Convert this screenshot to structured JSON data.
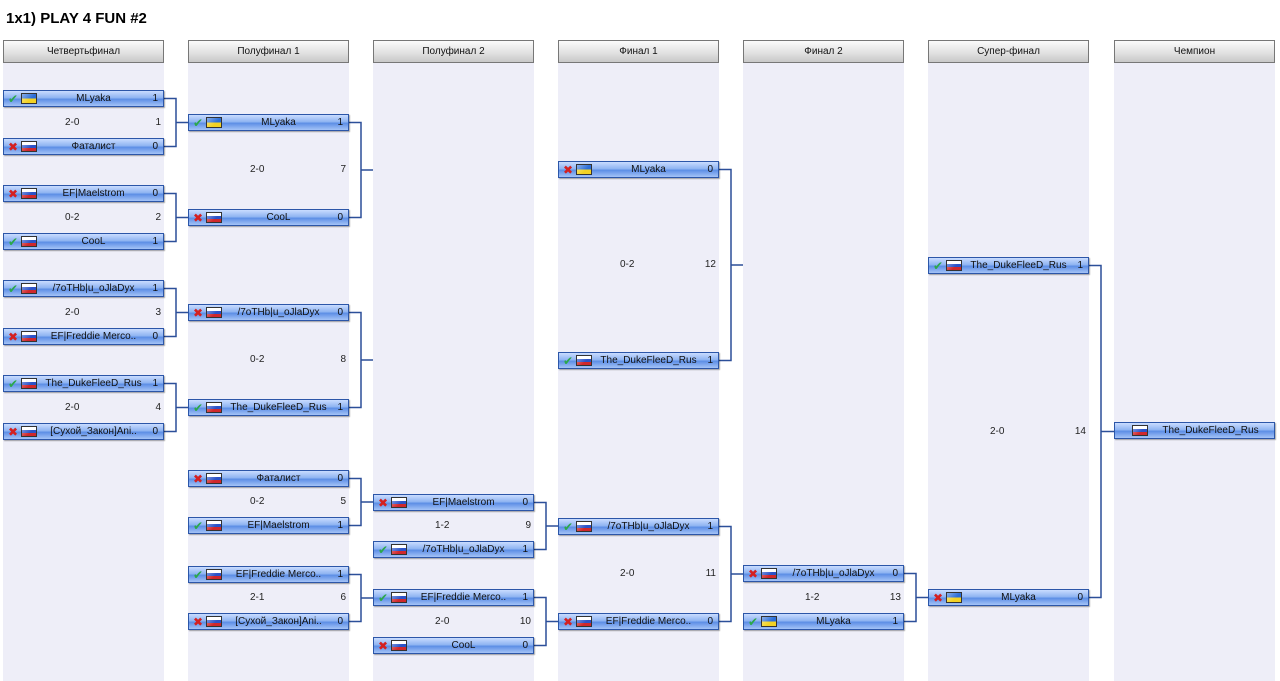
{
  "title": "1x1) PLAY 4 FUN #2",
  "columns": [
    {
      "header": "Четвертьфинал"
    },
    {
      "header": "Полуфинал 1"
    },
    {
      "header": "Полуфинал 2"
    },
    {
      "header": "Финал 1"
    },
    {
      "header": "Финал 2"
    },
    {
      "header": "Супер-финал"
    },
    {
      "header": "Чемпион"
    }
  ],
  "matches": [
    {
      "round": 0,
      "number": "1",
      "result": "2-0",
      "players": [
        {
          "name": "MLyaka",
          "score": "1",
          "status": "win",
          "flag": "ua"
        },
        {
          "name": "Фаталист",
          "score": "0",
          "status": "loss",
          "flag": "ru"
        }
      ]
    },
    {
      "round": 0,
      "number": "2",
      "result": "0-2",
      "players": [
        {
          "name": "EF|Maelstrom",
          "score": "0",
          "status": "loss",
          "flag": "ru"
        },
        {
          "name": "CooL",
          "score": "1",
          "status": "win",
          "flag": "ru"
        }
      ]
    },
    {
      "round": 0,
      "number": "3",
      "result": "2-0",
      "players": [
        {
          "name": "/7oTHb|u_oJlaDyx",
          "score": "1",
          "status": "win",
          "flag": "ru"
        },
        {
          "name": "EF|Freddie Merco..",
          "score": "0",
          "status": "loss",
          "flag": "ru"
        }
      ]
    },
    {
      "round": 0,
      "number": "4",
      "result": "2-0",
      "players": [
        {
          "name": "The_DukeFleeD_Rus",
          "score": "1",
          "status": "win",
          "flag": "ru"
        },
        {
          "name": "[Сухой_Закон]Ani..",
          "score": "0",
          "status": "loss",
          "flag": "ru"
        }
      ]
    },
    {
      "round": 1,
      "number": "7",
      "result": "2-0",
      "players": [
        {
          "name": "MLyaka",
          "score": "1",
          "status": "win",
          "flag": "ua"
        },
        {
          "name": "CooL",
          "score": "0",
          "status": "loss",
          "flag": "ru"
        }
      ]
    },
    {
      "round": 1,
      "number": "8",
      "result": "0-2",
      "players": [
        {
          "name": "/7oTHb|u_oJlaDyx",
          "score": "0",
          "status": "loss",
          "flag": "ru"
        },
        {
          "name": "The_DukeFleeD_Rus",
          "score": "1",
          "status": "win",
          "flag": "ru"
        }
      ]
    },
    {
      "round": 1,
      "number": "5",
      "result": "0-2",
      "players": [
        {
          "name": "Фаталист",
          "score": "0",
          "status": "loss",
          "flag": "ru"
        },
        {
          "name": "EF|Maelstrom",
          "score": "1",
          "status": "win",
          "flag": "ru"
        }
      ]
    },
    {
      "round": 1,
      "number": "6",
      "result": "2-1",
      "players": [
        {
          "name": "EF|Freddie Merco..",
          "score": "1",
          "status": "win",
          "flag": "ru"
        },
        {
          "name": "[Сухой_Закон]Ani..",
          "score": "0",
          "status": "loss",
          "flag": "ru"
        }
      ]
    },
    {
      "round": 2,
      "number": "9",
      "result": "1-2",
      "players": [
        {
          "name": "EF|Maelstrom",
          "score": "0",
          "status": "loss",
          "flag": "ru"
        },
        {
          "name": "/7oTHb|u_oJlaDyx",
          "score": "1",
          "status": "win",
          "flag": "ru"
        }
      ]
    },
    {
      "round": 2,
      "number": "10",
      "result": "2-0",
      "players": [
        {
          "name": "EF|Freddie Merco..",
          "score": "1",
          "status": "win",
          "flag": "ru"
        },
        {
          "name": "CooL",
          "score": "0",
          "status": "loss",
          "flag": "ru"
        }
      ]
    },
    {
      "round": 3,
      "number": "12",
      "result": "0-2",
      "players": [
        {
          "name": "MLyaka",
          "score": "0",
          "status": "loss",
          "flag": "ua"
        },
        {
          "name": "The_DukeFleeD_Rus",
          "score": "1",
          "status": "win",
          "flag": "ru"
        }
      ]
    },
    {
      "round": 3,
      "number": "11",
      "result": "2-0",
      "players": [
        {
          "name": "/7oTHb|u_oJlaDyx",
          "score": "1",
          "status": "win",
          "flag": "ru"
        },
        {
          "name": "EF|Freddie Merco..",
          "score": "0",
          "status": "loss",
          "flag": "ru"
        }
      ]
    },
    {
      "round": 4,
      "number": "13",
      "result": "1-2",
      "players": [
        {
          "name": "/7oTHb|u_oJlaDyx",
          "score": "0",
          "status": "loss",
          "flag": "ru"
        },
        {
          "name": "MLyaka",
          "score": "1",
          "status": "win",
          "flag": "ua"
        }
      ]
    },
    {
      "round": 5,
      "number": "14",
      "result": "2-0",
      "players": [
        {
          "name": "The_DukeFleeD_Rus",
          "score": "1",
          "status": "win",
          "flag": "ru"
        },
        {
          "name": "MLyaka",
          "score": "0",
          "status": "loss",
          "flag": "ua"
        }
      ]
    }
  ],
  "champion": {
    "name": "The_DukeFleeD_Rus",
    "flag": "ru"
  },
  "colors": {
    "win_mark": "#2ba84a",
    "loss_mark": "#d42020",
    "slot_fill": "#8fb4f2",
    "slot_border": "#2c56a8",
    "connector": "#2c4f99",
    "column_bg": "#eeeef8"
  }
}
